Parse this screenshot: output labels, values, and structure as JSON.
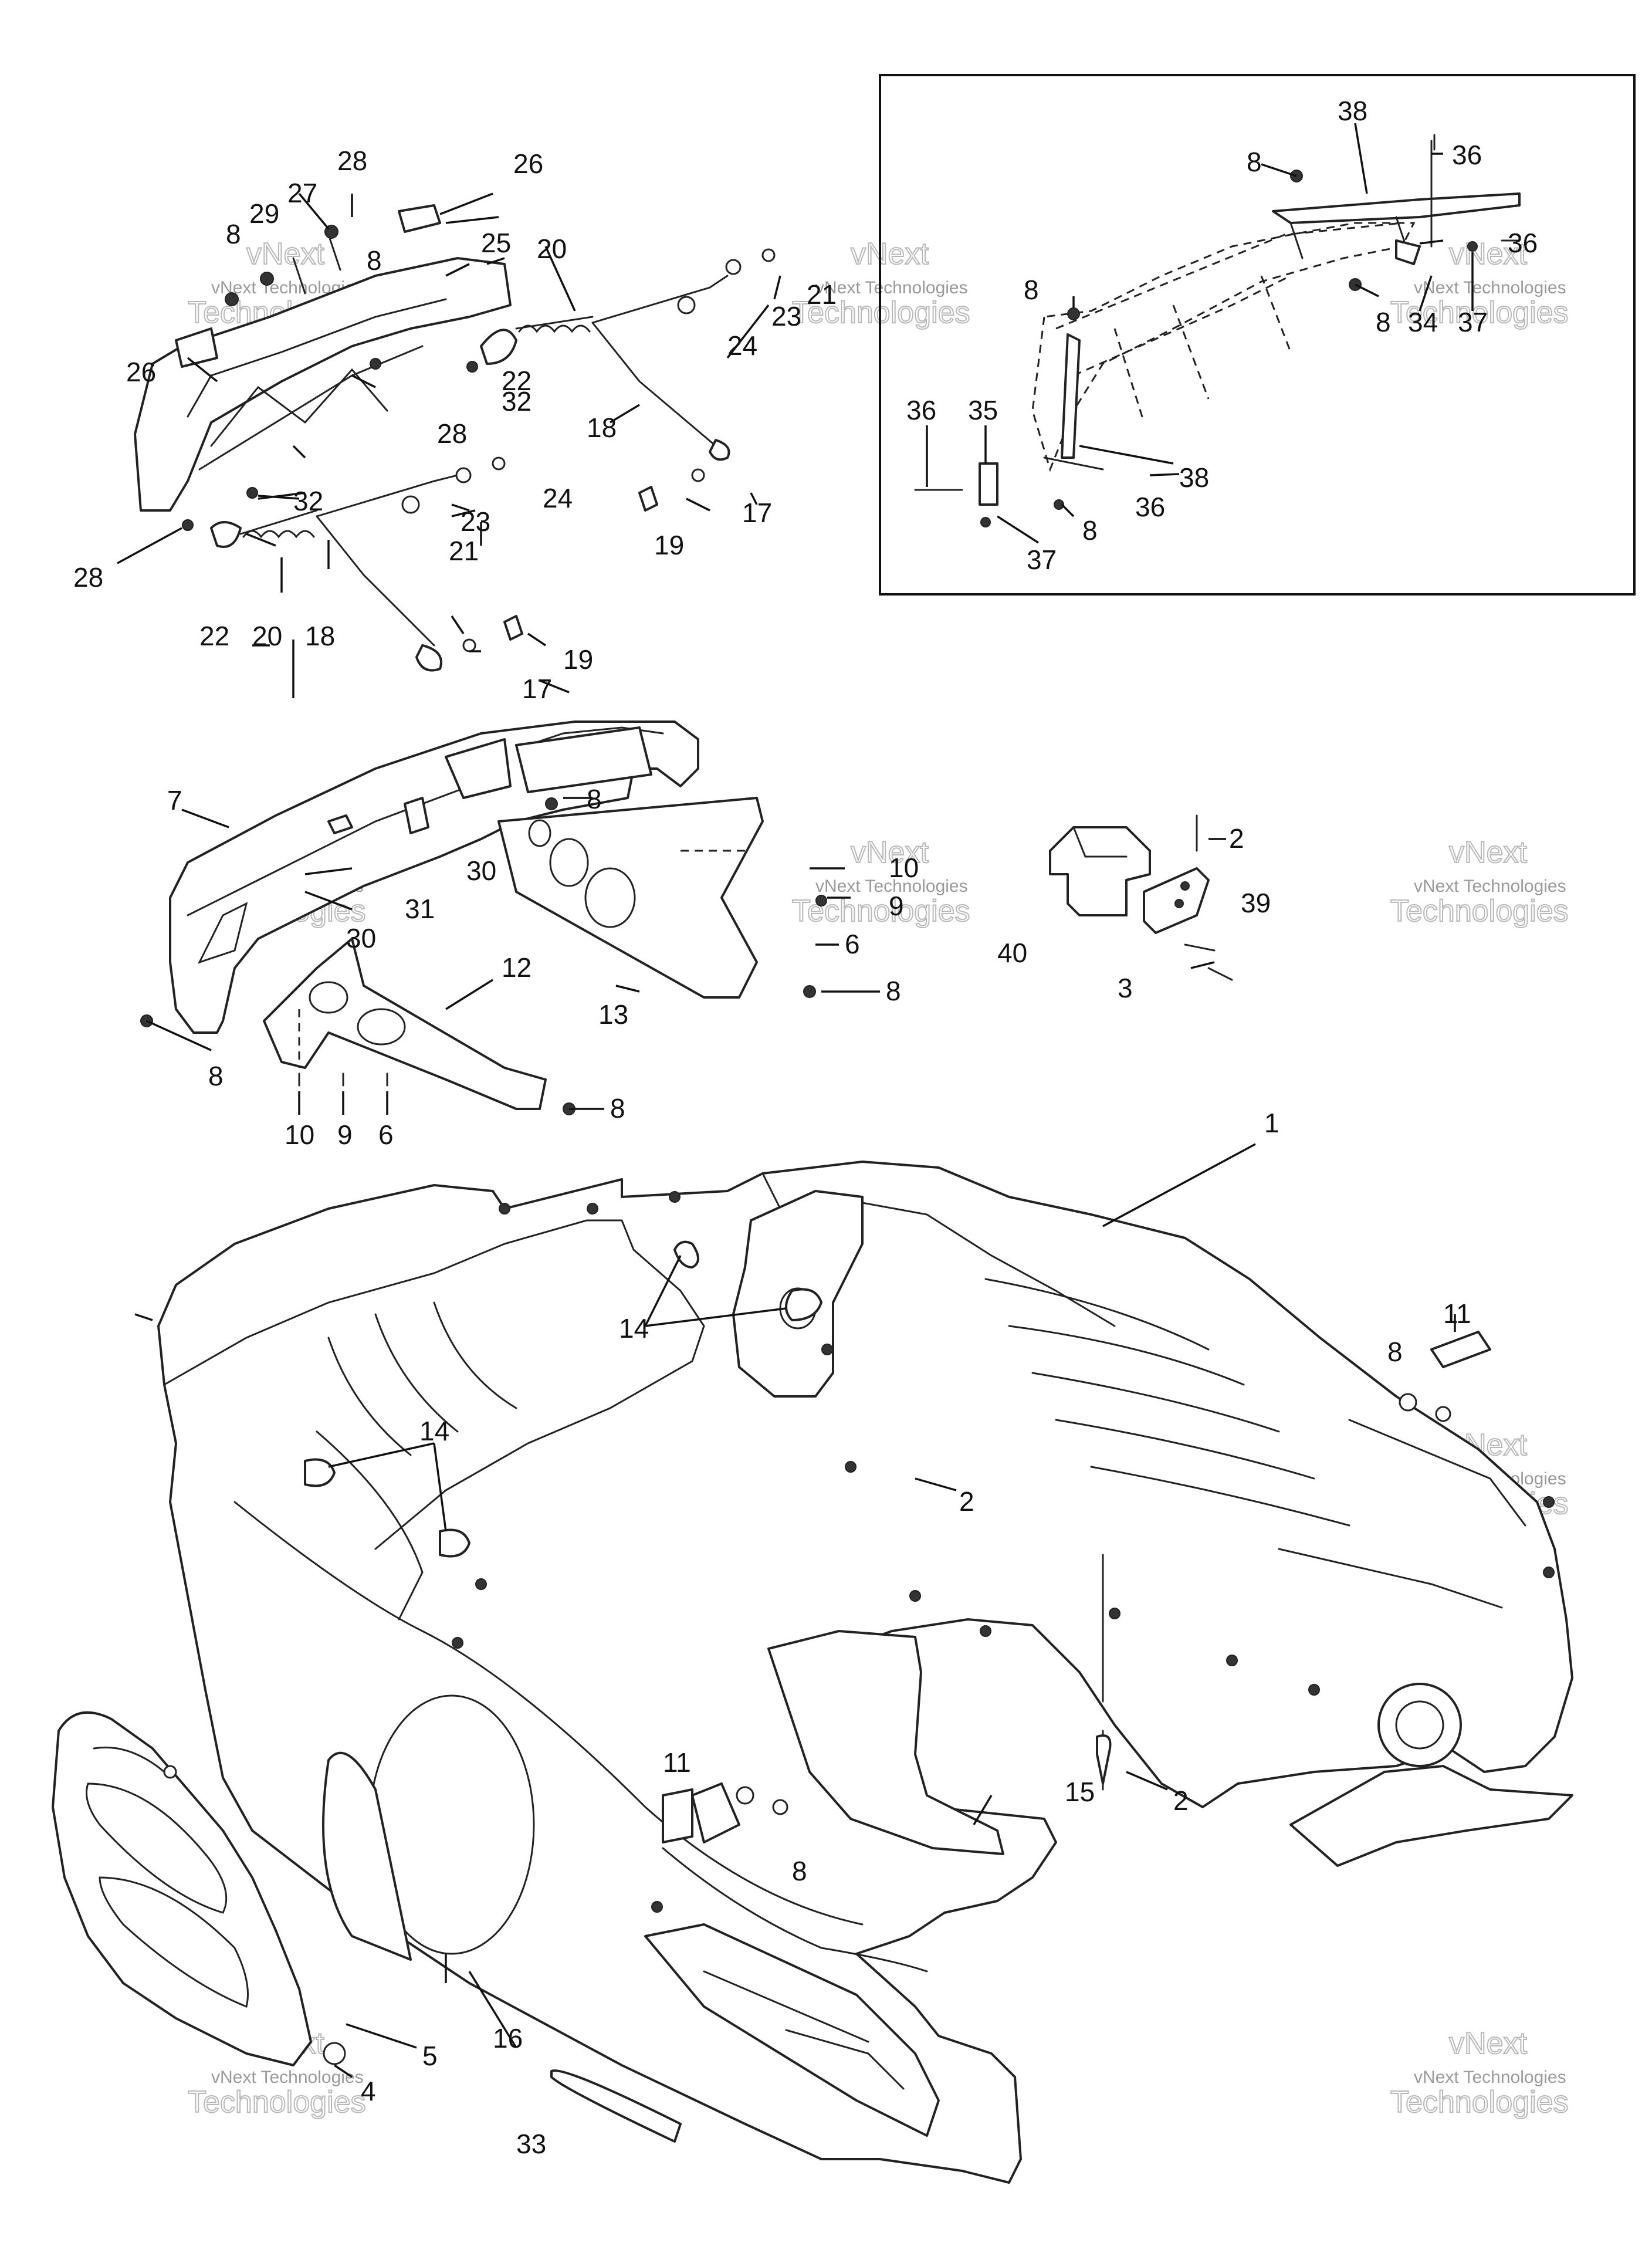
{
  "diagram": {
    "type": "exploded-parts-diagram",
    "callouts": {
      "c1": "1",
      "c2": "2",
      "c3": "3",
      "c4": "4",
      "c5": "5",
      "c6": "6",
      "c7": "7",
      "c8": "8",
      "c9": "9",
      "c10": "10",
      "c11": "11",
      "c12": "12",
      "c13": "13",
      "c14": "14",
      "c15": "15",
      "c16": "16",
      "c17": "17",
      "c18": "18",
      "c19": "19",
      "c20": "20",
      "c21": "21",
      "c22": "22",
      "c23": "23",
      "c24": "24",
      "c25": "25",
      "c26": "26",
      "c27": "27",
      "c28": "28",
      "c29": "29",
      "c30": "30",
      "c31": "31",
      "c32": "32",
      "c33": "33",
      "c34": "34",
      "c35": "35",
      "c36": "36",
      "c37": "37",
      "c38": "38",
      "c39": "39",
      "c40": "40"
    },
    "watermark": {
      "line1": "vNext Technologies",
      "line2": "vNext",
      "line3": "Technologies"
    }
  }
}
